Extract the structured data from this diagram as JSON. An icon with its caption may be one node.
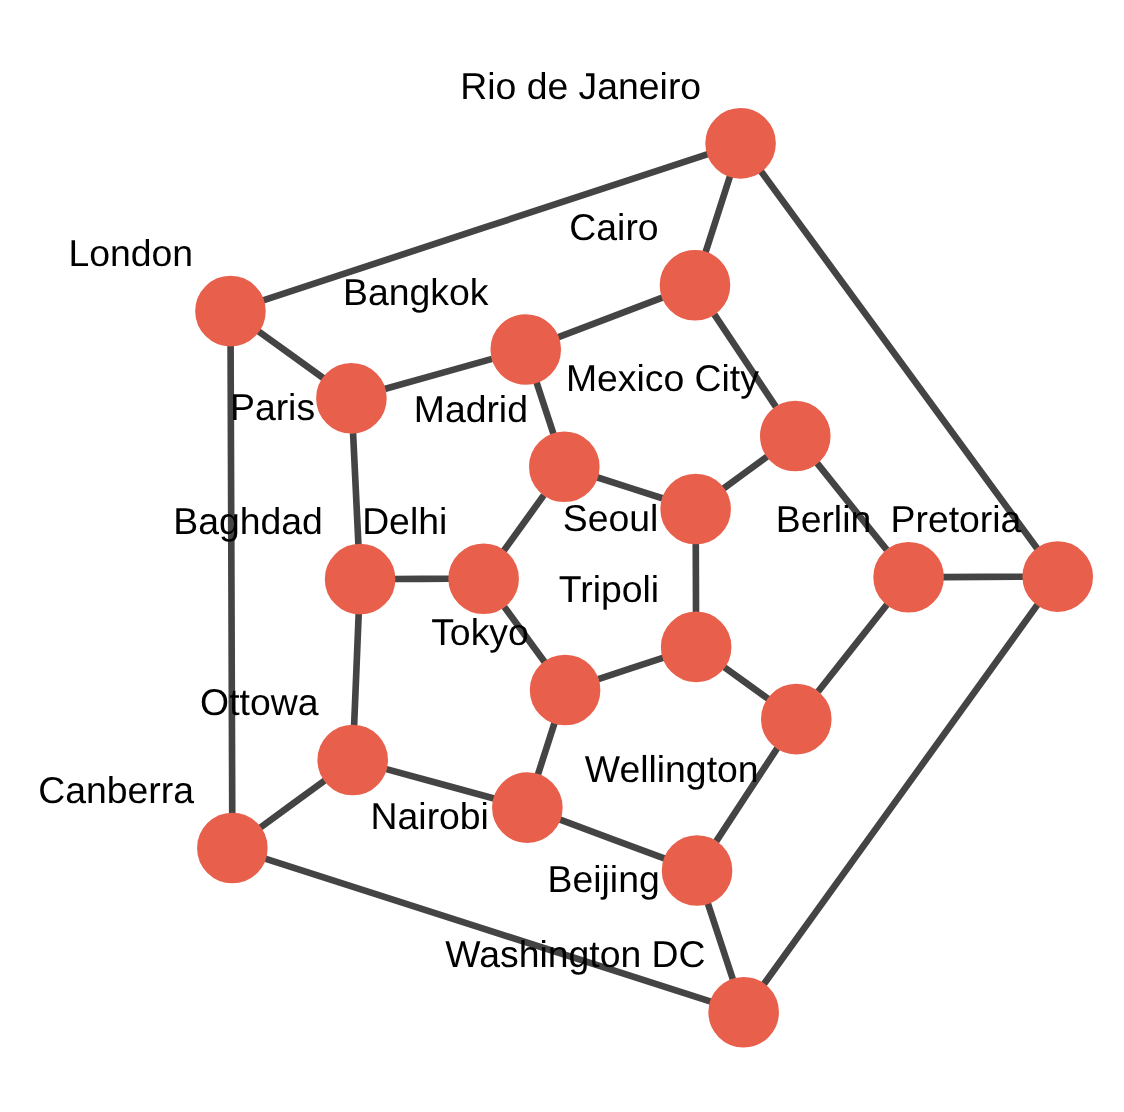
{
  "diagram": {
    "nodes": [
      {
        "text": [],
        "shape": "circle",
        "beside": [
          "Rio de Janeiro"
        ]
      },
      {
        "text": [],
        "shape": "circle",
        "beside": [
          "Cairo"
        ]
      },
      {
        "text": [],
        "shape": "circle",
        "beside": [
          "Bangkok"
        ]
      },
      {
        "text": [],
        "shape": "circle",
        "beside": [
          "Mexico City"
        ]
      },
      {
        "text": [],
        "shape": "circle",
        "beside": [
          "London"
        ]
      },
      {
        "text": [],
        "shape": "circle",
        "beside": [
          "Pretoria"
        ]
      },
      {
        "text": [],
        "shape": "circle",
        "beside": [
          "Paris"
        ]
      },
      {
        "text": [],
        "shape": "circle",
        "beside": [
          "Madrid"
        ]
      },
      {
        "text": [],
        "shape": "circle",
        "beside": [
          "Seoul"
        ]
      },
      {
        "text": [],
        "shape": "circle",
        "beside": [
          "Berlin"
        ]
      },
      {
        "text": [],
        "shape": "circle",
        "beside": [
          "Tripoli"
        ]
      },
      {
        "text": [],
        "shape": "circle",
        "beside": [
          "Baghdad"
        ]
      },
      {
        "text": [],
        "shape": "circle",
        "beside": [
          "Delhi"
        ]
      },
      {
        "text": [],
        "shape": "circle",
        "beside": [
          "Wellington"
        ]
      },
      {
        "text": [],
        "shape": "circle",
        "beside": [
          "Tokyo"
        ]
      },
      {
        "text": [],
        "shape": "circle",
        "beside": [
          "Beijing"
        ]
      },
      {
        "text": [],
        "shape": "circle",
        "beside": [
          "Ottowa"
        ]
      },
      {
        "text": [],
        "shape": "circle",
        "beside": [
          "Nairobi"
        ]
      },
      {
        "text": [],
        "shape": "circle",
        "beside": [
          "Canberra"
        ]
      },
      {
        "text": [],
        "shape": "circle",
        "beside": [
          "Washington DC"
        ]
      }
    ],
    "edges": [
      {
        "from": 0,
        "to": 4,
        "arrow": "none"
      },
      {
        "from": 0,
        "to": 5,
        "arrow": "none"
      },
      {
        "from": 4,
        "to": 18,
        "arrow": "none"
      },
      {
        "from": 5,
        "to": 19,
        "arrow": "none"
      },
      {
        "from": 18,
        "to": 19,
        "arrow": "none"
      },
      {
        "from": 0,
        "to": 1,
        "arrow": "none"
      },
      {
        "from": 4,
        "to": 6,
        "arrow": "none"
      },
      {
        "from": 5,
        "to": 9,
        "arrow": "none"
      },
      {
        "from": 18,
        "to": 16,
        "arrow": "none"
      },
      {
        "from": 19,
        "to": 15,
        "arrow": "none"
      },
      {
        "from": 1,
        "to": 2,
        "arrow": "none"
      },
      {
        "from": 2,
        "to": 6,
        "arrow": "none"
      },
      {
        "from": 6,
        "to": 11,
        "arrow": "none"
      },
      {
        "from": 11,
        "to": 16,
        "arrow": "none"
      },
      {
        "from": 16,
        "to": 17,
        "arrow": "none"
      },
      {
        "from": 17,
        "to": 15,
        "arrow": "none"
      },
      {
        "from": 15,
        "to": 13,
        "arrow": "none"
      },
      {
        "from": 13,
        "to": 9,
        "arrow": "none"
      },
      {
        "from": 9,
        "to": 3,
        "arrow": "none"
      },
      {
        "from": 3,
        "to": 1,
        "arrow": "none"
      },
      {
        "from": 2,
        "to": 7,
        "arrow": "none"
      },
      {
        "from": 11,
        "to": 12,
        "arrow": "none"
      },
      {
        "from": 17,
        "to": 14,
        "arrow": "none"
      },
      {
        "from": 13,
        "to": 10,
        "arrow": "none"
      },
      {
        "from": 3,
        "to": 8,
        "arrow": "none"
      },
      {
        "from": 7,
        "to": 8,
        "arrow": "none"
      },
      {
        "from": 8,
        "to": 10,
        "arrow": "none"
      },
      {
        "from": 10,
        "to": 14,
        "arrow": "none"
      },
      {
        "from": 14,
        "to": 12,
        "arrow": "none"
      },
      {
        "from": 12,
        "to": 7,
        "arrow": "none"
      }
    ]
  }
}
